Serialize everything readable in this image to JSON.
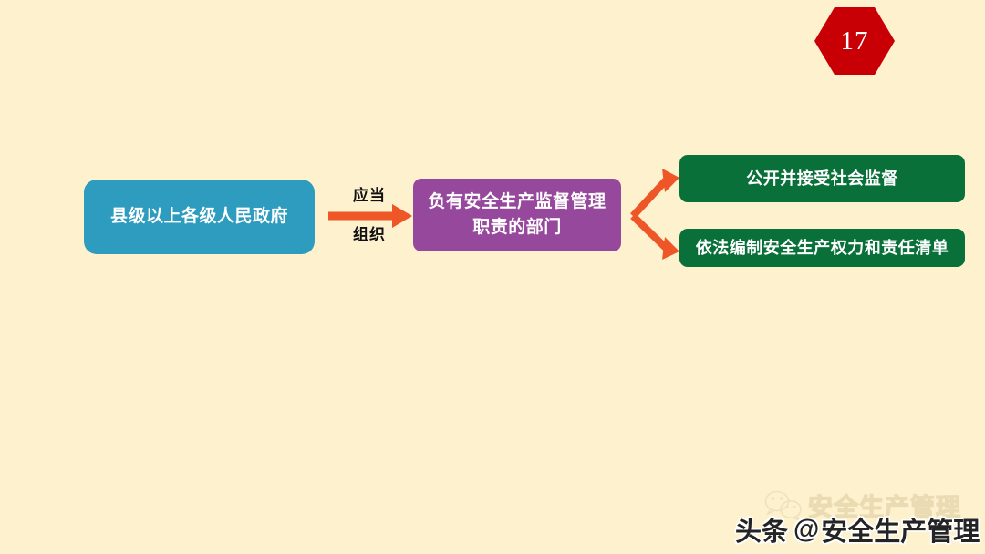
{
  "slide": {
    "background_color": "#FDF1CE",
    "page_number": "17",
    "page_badge_color": "#C80006"
  },
  "diagram": {
    "type": "flowchart",
    "nodes": {
      "government": {
        "label": "县级以上各级人民政府",
        "color": "#2E9CBE"
      },
      "department": {
        "line1": "负有安全生产监督管理",
        "line2": "职责的部门",
        "color": "#96499C"
      },
      "outcome_1": {
        "label": "公开并接受社会监督",
        "color": "#09703A"
      },
      "outcome_2": {
        "label": "依法编制安全生产权力和责任清单",
        "color": "#09703A"
      }
    },
    "connectors": {
      "main_arrow_label_top": "应当",
      "main_arrow_label_bottom": "组织",
      "arrow_color": "#EE5627"
    }
  },
  "watermarks": {
    "wechat": {
      "icon": "wechat-icon",
      "text": "安全生产管理"
    },
    "toutiao": {
      "platform": "头条",
      "at_symbol": "@",
      "account": "安全生产管理"
    }
  }
}
